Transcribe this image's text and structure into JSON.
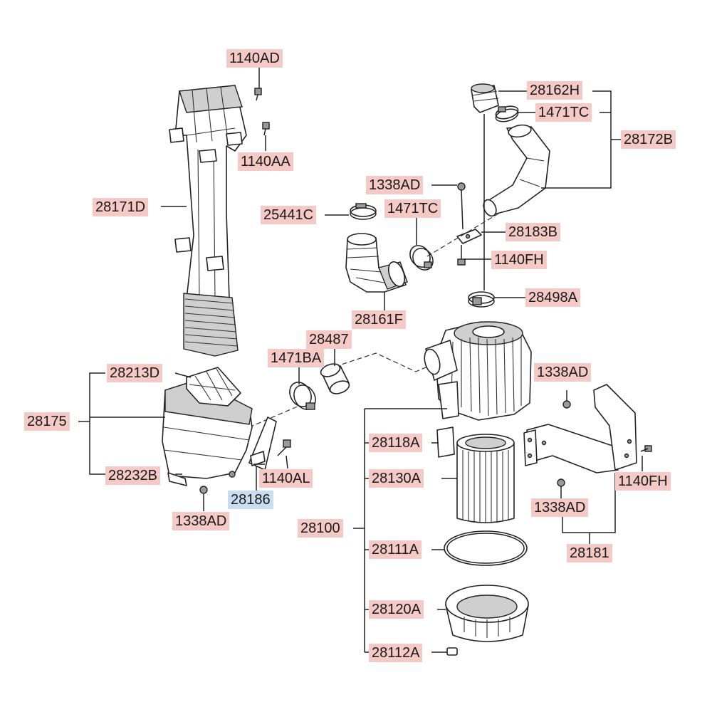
{
  "diagram": {
    "labels": {
      "l1140AD": "1140AD",
      "l1140AA": "1140AA",
      "l28171D": "28171D",
      "l28162H": "28162H",
      "l1471TC_top": "1471TC",
      "l28172B": "28172B",
      "l1338AD_top": "1338AD",
      "l25441C": "25441C",
      "l1471TC_mid": "1471TC",
      "l28183B": "28183B",
      "l1140FH_mid": "1140FH",
      "l28498A": "28498A",
      "l28161F": "28161F",
      "l28487": "28487",
      "l1471BA": "1471BA",
      "l28213D": "28213D",
      "l28175": "28175",
      "l28232B": "28232B",
      "l1140AL": "1140AL",
      "l28186": "28186",
      "l1338AD_left": "1338AD",
      "l1338AD_right_top": "1338AD",
      "l28118A": "28118A",
      "l28130A": "28130A",
      "l1140FH_right": "1140FH",
      "l1338AD_right_bot": "1338AD",
      "l28100": "28100",
      "l28111A": "28111A",
      "l28181": "28181",
      "l28120A": "28120A",
      "l28112A": "28112A"
    },
    "colors": {
      "label_bg": "#f4c9c6",
      "highlight_bg": "#c9ddf2",
      "line": "#222222"
    }
  }
}
